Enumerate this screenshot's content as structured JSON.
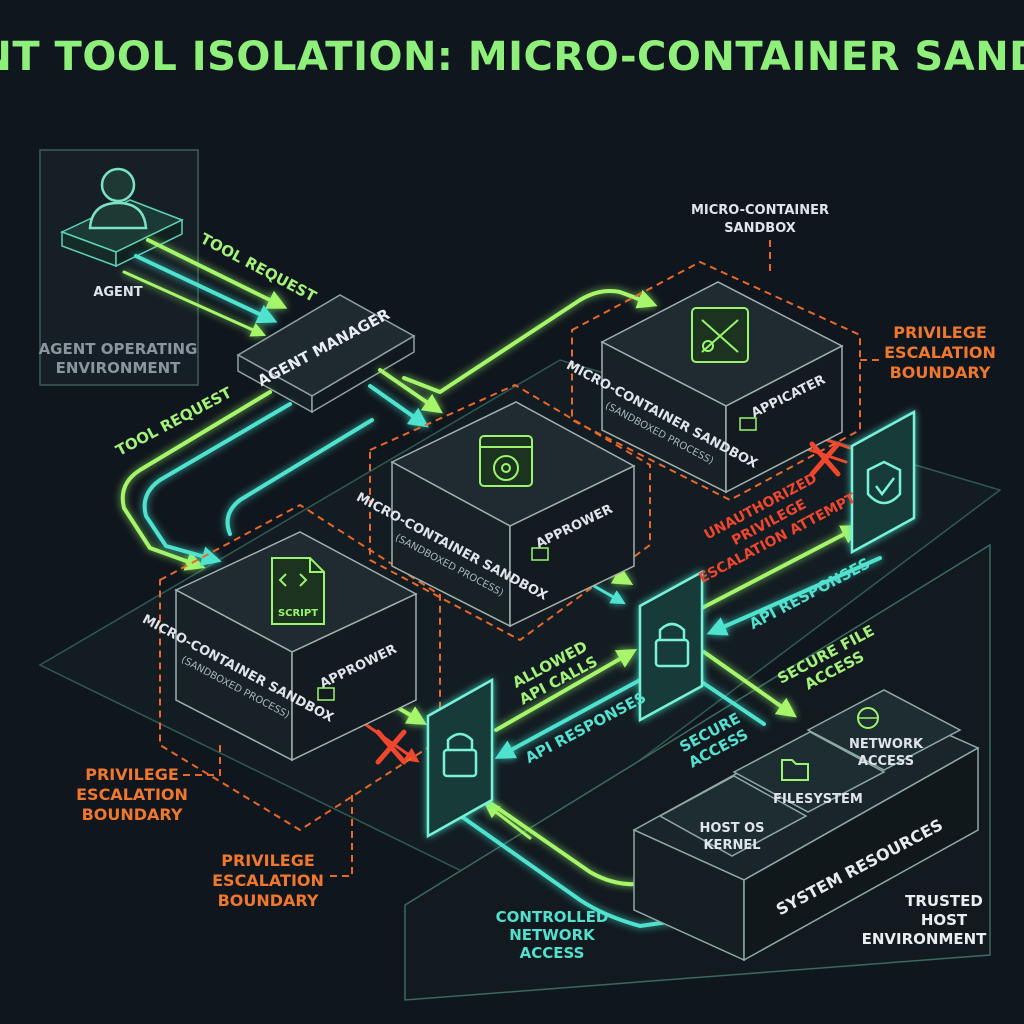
{
  "title": "AGENT TOOL ISOLATION: MICRO-CONTAINER SANDBOX",
  "colors": {
    "green_flow": "#a6f56a",
    "cyan_flow": "#4fe3cf",
    "boundary": "#e8682a",
    "danger": "#f0462e",
    "panel_edge": "#6ea596"
  },
  "agent_env": {
    "agent_label": "AGENT",
    "env_label": "AGENT OPERATING ENVIRONMENT",
    "icon": "user-icon"
  },
  "agent_manager": {
    "label": "AGENT MANAGER"
  },
  "tool_request_label": "TOOL REQUEST",
  "micro_container_caption": "MICRO-CONTAINER SANDBOX",
  "containers": [
    {
      "id": "left",
      "title": "MICRO-CONTAINER SANDBOX",
      "subtitle": "(SANDBOXED PROCESS)",
      "process": "APPROWER",
      "icon": "script-file-icon",
      "icon_label": "SCRIPT"
    },
    {
      "id": "middle",
      "title": "MICRO-CONTAINER SANDBOX",
      "subtitle": "(SANDBOXED PROCESS)",
      "process": "APPROWER",
      "icon": "browser-icon"
    },
    {
      "id": "right",
      "title": "MICRO-CONTAINER SANDBOX",
      "subtitle": "(SANDBOXED PROCESS)",
      "process": "APPICATER",
      "icon": "tools-icon"
    }
  ],
  "boundaries": [
    "PRIVILEGE ESCALATION BOUNDARY",
    "PRIVILEGE ESCALATION BOUNDARY",
    "PRIVILEGE ESCALATION BOUNDARY"
  ],
  "flows": {
    "allowed_api_calls": "ALLOWED API CALLS",
    "api_responses": "API RESPONSES",
    "secure_access": "SECURE ACCESS",
    "secure_file_access": "SECURE FILE ACCESS",
    "unauthorized": "UNAUTHORIZED PRIVILEGE ESCALATION ATTEMPT",
    "controlled_network": "CONTROLLED NETWORK ACCESS"
  },
  "resources": {
    "label": "SYSTEM RESOURCES",
    "network": "NETWORK ACCESS",
    "filesystem": "FILESYSTEM",
    "kernel": "HOST OS KERNEL"
  },
  "trusted_host": "TRUSTED HOST ENVIRONMENT"
}
